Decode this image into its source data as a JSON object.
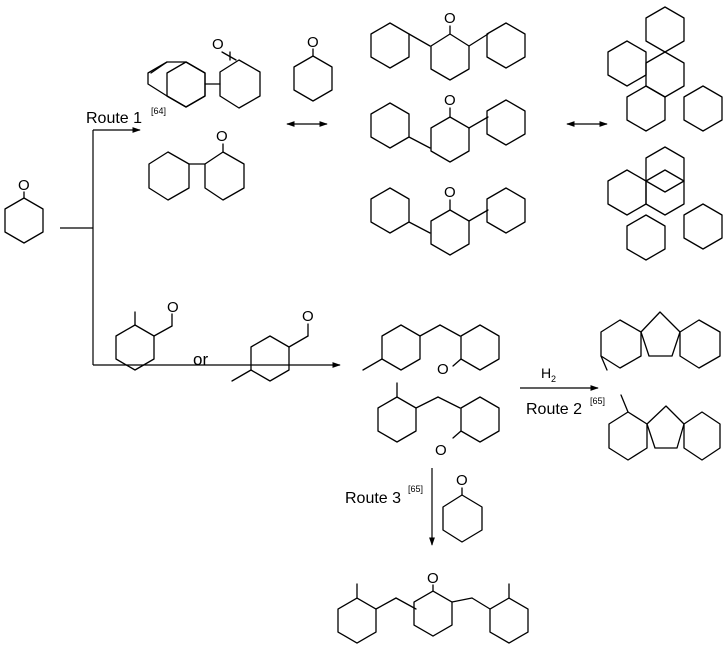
{
  "routes": {
    "route1": {
      "label": "Route 1",
      "ref": "[64]"
    },
    "route2": {
      "reagent": "H",
      "reagent_sub": "2",
      "label": "Route 2",
      "ref": "[65]"
    },
    "route3": {
      "label": "Route 3",
      "ref": "[65]"
    }
  },
  "connector_or": "or",
  "atom_labels": {
    "oxygen": "O"
  }
}
